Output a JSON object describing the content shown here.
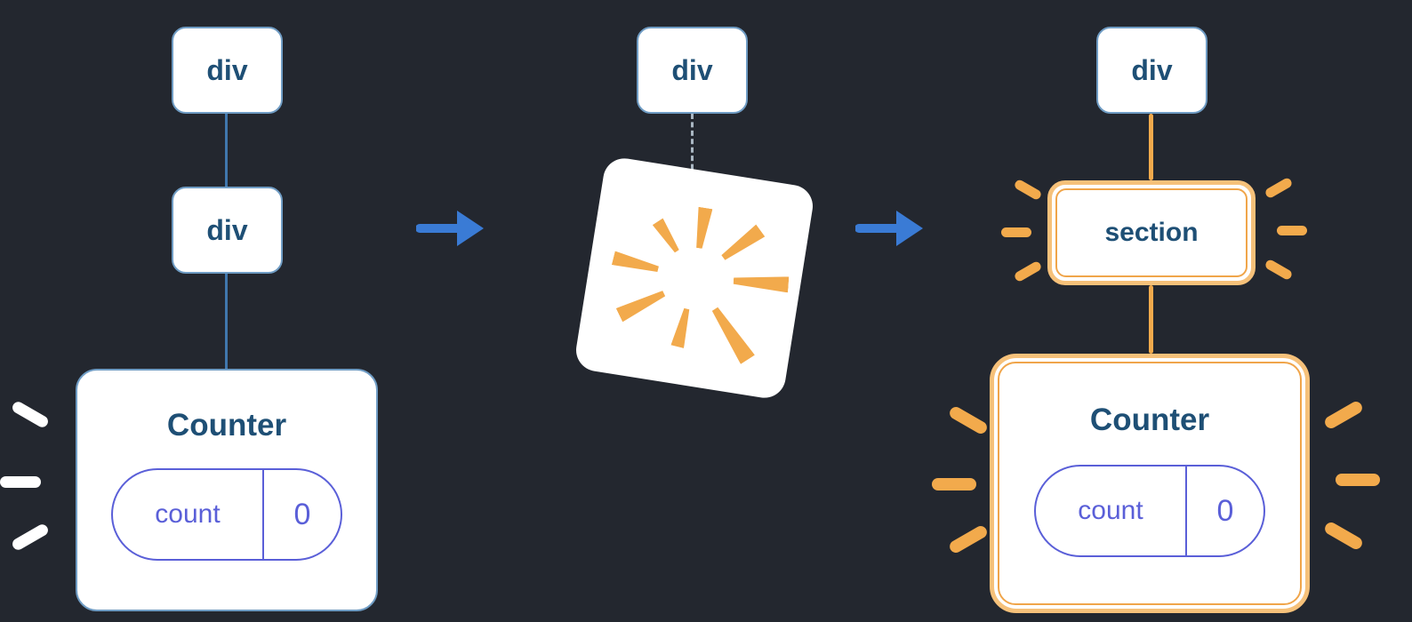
{
  "stages": {
    "before": {
      "root": "div",
      "child": "div",
      "component": {
        "title": "Counter",
        "state": {
          "key": "count",
          "value": "0"
        }
      }
    },
    "during": {
      "root": "div"
    },
    "after": {
      "root": "div",
      "child": "section",
      "component": {
        "title": "Counter",
        "state": {
          "key": "count",
          "value": "0"
        }
      }
    }
  },
  "icons": {
    "arrow_right": "→"
  },
  "colors": {
    "background": "#23272f",
    "node_border_blue": "#6f9cc4",
    "edge_blue": "#4077ad",
    "text_blue": "#1e4f75",
    "state_indigo": "#5a5fd8",
    "highlight_orange": "#f2aa4c",
    "highlight_orange_light": "#f6c17a",
    "arrow_blue": "#3a7bd5",
    "white": "#ffffff"
  }
}
